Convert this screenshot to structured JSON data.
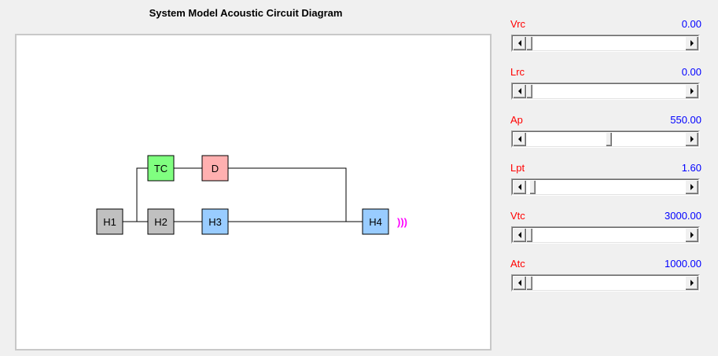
{
  "diagram": {
    "title": "System Model Acoustic Circuit Diagram",
    "colors": {
      "gray": "#c0c0c0",
      "green": "#80ff80",
      "pink": "#ffb0b0",
      "blue": "#99ccff",
      "waves": "#ff00ff"
    },
    "blocks": {
      "h1": "H1",
      "h2": "H2",
      "h3": "H3",
      "h4": "H4",
      "tc": "TC",
      "d": "D"
    },
    "output_symbol": ")))"
  },
  "controls": [
    {
      "label": "Vrc",
      "value": "0.00",
      "position": 0.0
    },
    {
      "label": "Lrc",
      "value": "0.00",
      "position": 0.0
    },
    {
      "label": "Ap",
      "value": "550.00",
      "position": 0.52
    },
    {
      "label": "Lpt",
      "value": "1.60",
      "position": 0.02
    },
    {
      "label": "Vtc",
      "value": "3000.00",
      "position": 0.0
    },
    {
      "label": "Atc",
      "value": "1000.00",
      "position": 0.0
    }
  ]
}
